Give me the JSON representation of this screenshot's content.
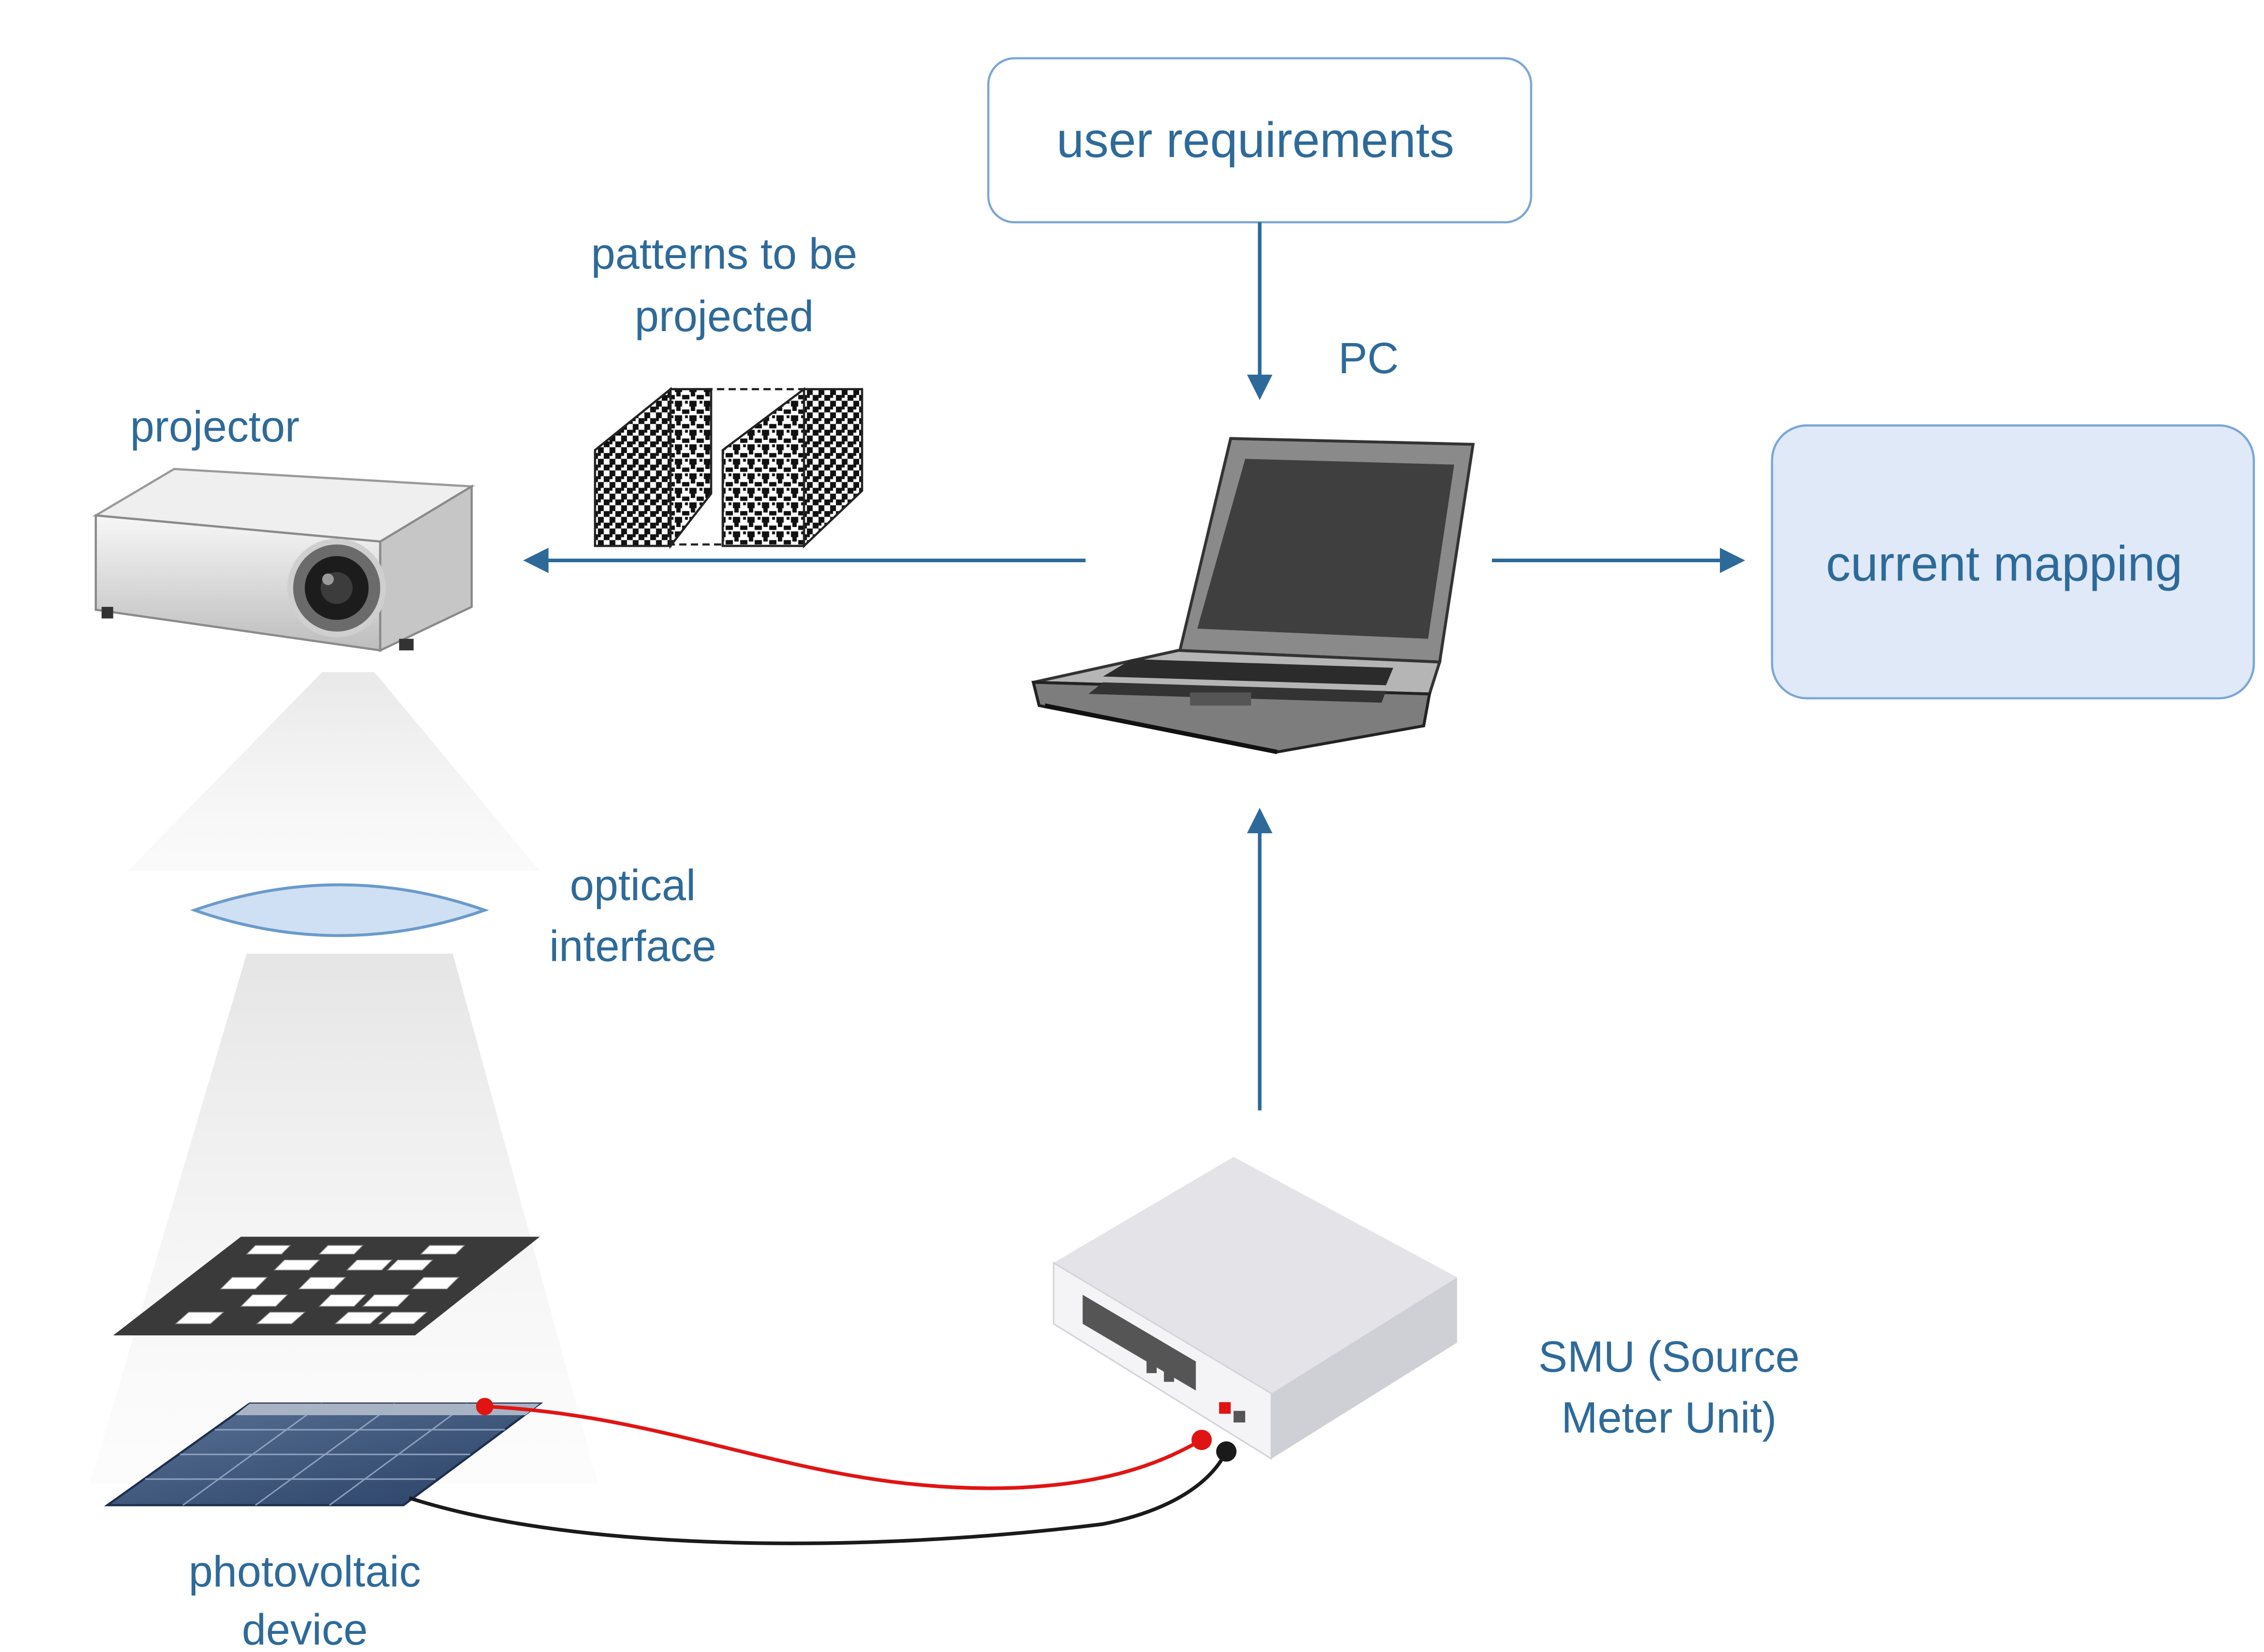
{
  "colors": {
    "accent": "#2e6a99",
    "box_border": "#7aa6d6",
    "box_fill_light": "#ffffff",
    "box_fill_blue": "#dfe9f7",
    "wire_positive": "#e11414",
    "wire_negative": "#1a1a1a"
  },
  "boxes": {
    "user_requirements": "user requirements",
    "current_mapping": "current mapping"
  },
  "labels": {
    "pc": "PC",
    "patterns_line1": "patterns to be",
    "patterns_line2": "projected",
    "projector": "projector",
    "optical_line1": "optical",
    "optical_line2": "interface",
    "smu_line1": "SMU (Source",
    "smu_line2": "Meter Unit)",
    "pv_line1": "photovoltaic",
    "pv_line2": "device"
  },
  "icons": {
    "laptop": "laptop-icon",
    "projector": "projector-icon",
    "smu": "source-meter-unit-icon",
    "pattern_cubes": "binary-pattern-stack-icon",
    "lens": "lens-icon",
    "pattern_plane": "projected-pattern-icon",
    "solar_panel": "solar-panel-icon"
  }
}
